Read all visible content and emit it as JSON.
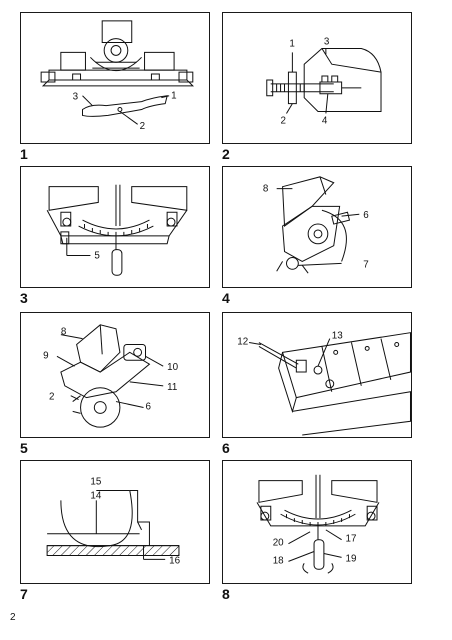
{
  "figures": [
    {
      "label": "1",
      "callouts": [
        "3",
        "1",
        "2"
      ]
    },
    {
      "label": "2",
      "callouts": [
        "1",
        "3",
        "2",
        "4"
      ]
    },
    {
      "label": "3",
      "callouts": [
        "5"
      ]
    },
    {
      "label": "4",
      "callouts": [
        "8",
        "6",
        "7"
      ]
    },
    {
      "label": "5",
      "callouts": [
        "8",
        "9",
        "10",
        "11",
        "2",
        "6"
      ]
    },
    {
      "label": "6",
      "callouts": [
        "12",
        "13"
      ]
    },
    {
      "label": "7",
      "callouts": [
        "15",
        "14",
        "16"
      ]
    },
    {
      "label": "8",
      "callouts": [
        "20",
        "17",
        "18",
        "19"
      ]
    }
  ],
  "page_number": "2"
}
